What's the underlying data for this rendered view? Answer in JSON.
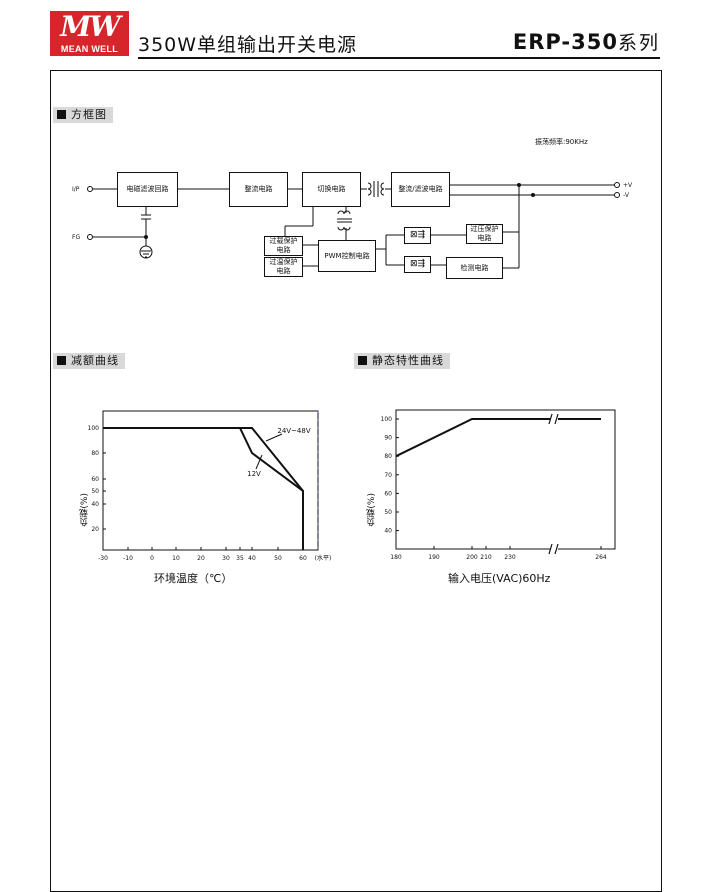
{
  "header": {
    "logo_mark": "MW",
    "logo_brand": "MEAN WELL",
    "title": "350W单组输出开关电源",
    "series_model": "ERP-350",
    "series_suffix": "系列"
  },
  "sections": {
    "block_diagram": "方框图",
    "derating": "减额曲线",
    "static": "静态特性曲线"
  },
  "block_diagram": {
    "freq": "振荡频率:90KHz",
    "input_ip": "I/P",
    "input_fg": "FG",
    "out_pos": "+V",
    "out_neg": "-V",
    "emi": "电磁滤波回路",
    "rect": "整流电路",
    "switch": "切换电路",
    "rect_filter": "整流/滤波电路",
    "olp_line1": "过载保护",
    "olp_line2": "电路",
    "otp_line1": "过温保护",
    "otp_line2": "电路",
    "pwm": "PWM控制电路",
    "ovp_line1": "过压保护",
    "ovp_line2": "电路",
    "detect": "检测电路"
  },
  "chart_data": [
    {
      "type": "line",
      "xlabel": "环境温度（℃）",
      "ylabel": "负载(%)",
      "x_ticks": [
        "-30",
        "-10",
        "0",
        "10",
        "20",
        "30",
        "35",
        "40",
        "50",
        "60"
      ],
      "x_unit": "(水平)",
      "y_ticks": [
        "100",
        "80",
        "60",
        "50",
        "40",
        "20"
      ],
      "xlim": [
        -30,
        70
      ],
      "ylim": [
        0,
        110
      ],
      "series": [
        {
          "name": "24V~48V",
          "x": [
            -30,
            40,
            60,
            60
          ],
          "y": [
            100,
            100,
            50,
            0
          ]
        },
        {
          "name": "12V",
          "x": [
            -30,
            35,
            40,
            60,
            60
          ],
          "y": [
            100,
            100,
            80,
            50,
            0
          ]
        }
      ]
    },
    {
      "type": "line",
      "xlabel": "输入电压(VAC)60Hz",
      "ylabel": "负载(%)",
      "x_ticks": [
        "180",
        "190",
        "200",
        "210",
        "230",
        "264"
      ],
      "y_ticks": [
        "100",
        "90",
        "80",
        "70",
        "60",
        "50",
        "40"
      ],
      "ylim": [
        30,
        105
      ],
      "series": [
        {
          "x": [
            180,
            200,
            264
          ],
          "y": [
            80,
            100,
            100
          ]
        }
      ]
    }
  ]
}
